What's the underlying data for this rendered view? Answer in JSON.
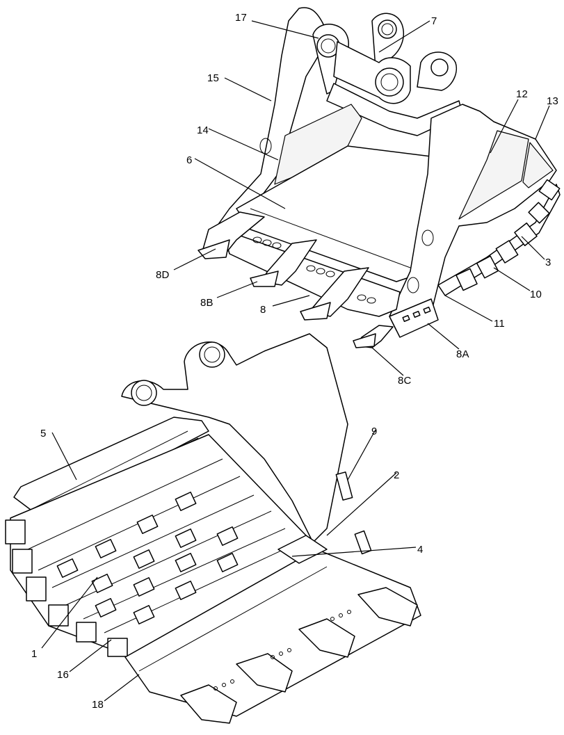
{
  "callouts": {
    "c17": "17",
    "c7": "7",
    "c15": "15",
    "c12": "12",
    "c13": "13",
    "c14": "14",
    "c6": "6",
    "c3": "3",
    "c8D": "8D",
    "c10": "10",
    "c8B": "8B",
    "c8": "8",
    "c11": "11",
    "c8A": "8A",
    "c8C": "8C",
    "c5": "5",
    "c9": "9",
    "c2": "2",
    "c4": "4",
    "c1": "1",
    "c16": "16",
    "c18": "18"
  }
}
